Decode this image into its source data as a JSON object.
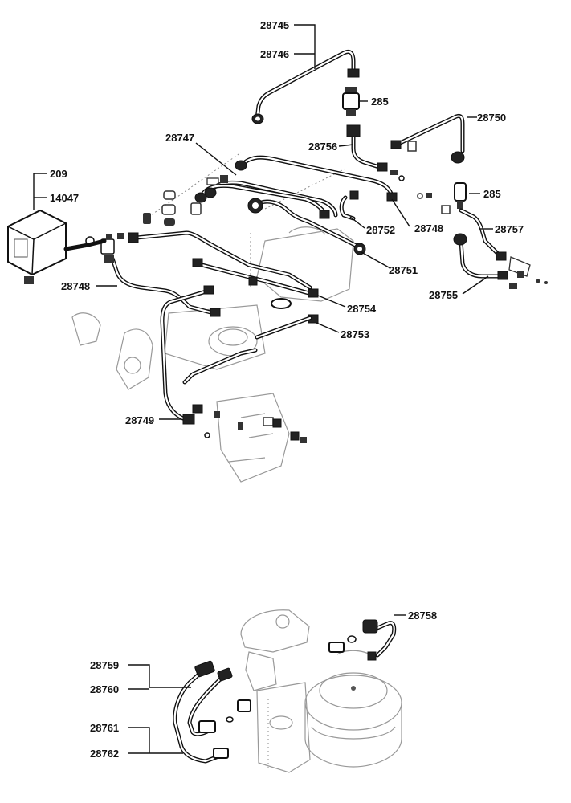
{
  "diagram": {
    "upper_labels": {
      "l28745": "28745",
      "l28746": "28746",
      "l285a": "285",
      "l28750": "28750",
      "l28756": "28756",
      "l28747": "28747",
      "l209": "209",
      "l14047": "14047",
      "l285b": "285",
      "l28757": "28757",
      "l28752": "28752",
      "l28748r": "28748",
      "l28751": "28751",
      "l28748l": "28748",
      "l28755": "28755",
      "l28754": "28754",
      "l28753": "28753",
      "l28749": "28749"
    },
    "lower_labels": {
      "l28758": "28758",
      "l28759": "28759",
      "l28760": "28760",
      "l28761": "28761",
      "l28762": "28762"
    }
  }
}
